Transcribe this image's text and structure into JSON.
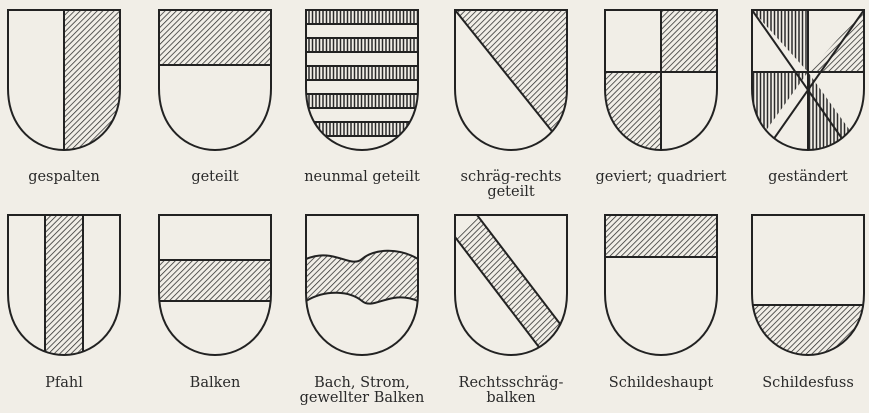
{
  "shields": [
    {
      "id": "gespalten",
      "caption": "gespalten"
    },
    {
      "id": "geteilt",
      "caption": "geteilt"
    },
    {
      "id": "neunmal-geteilt",
      "caption": "neunmal geteilt"
    },
    {
      "id": "schraeg-rechts-geteilt",
      "caption": "schräg-rechts\ngeteilt"
    },
    {
      "id": "geviert",
      "caption": "geviert; quadriert"
    },
    {
      "id": "gestaendert",
      "caption": "geständert"
    },
    {
      "id": "pfahl",
      "caption": "Pfahl"
    },
    {
      "id": "balken",
      "caption": "Balken"
    },
    {
      "id": "bach",
      "caption": "Bach, Strom,\ngewellter Balken"
    },
    {
      "id": "rechtsschraegbalken",
      "caption": "Rechtsschräg-\nbalken"
    },
    {
      "id": "schildeshaupt",
      "caption": "Schildeshaupt"
    },
    {
      "id": "schildesfuss",
      "caption": "Schildesfuss"
    }
  ]
}
